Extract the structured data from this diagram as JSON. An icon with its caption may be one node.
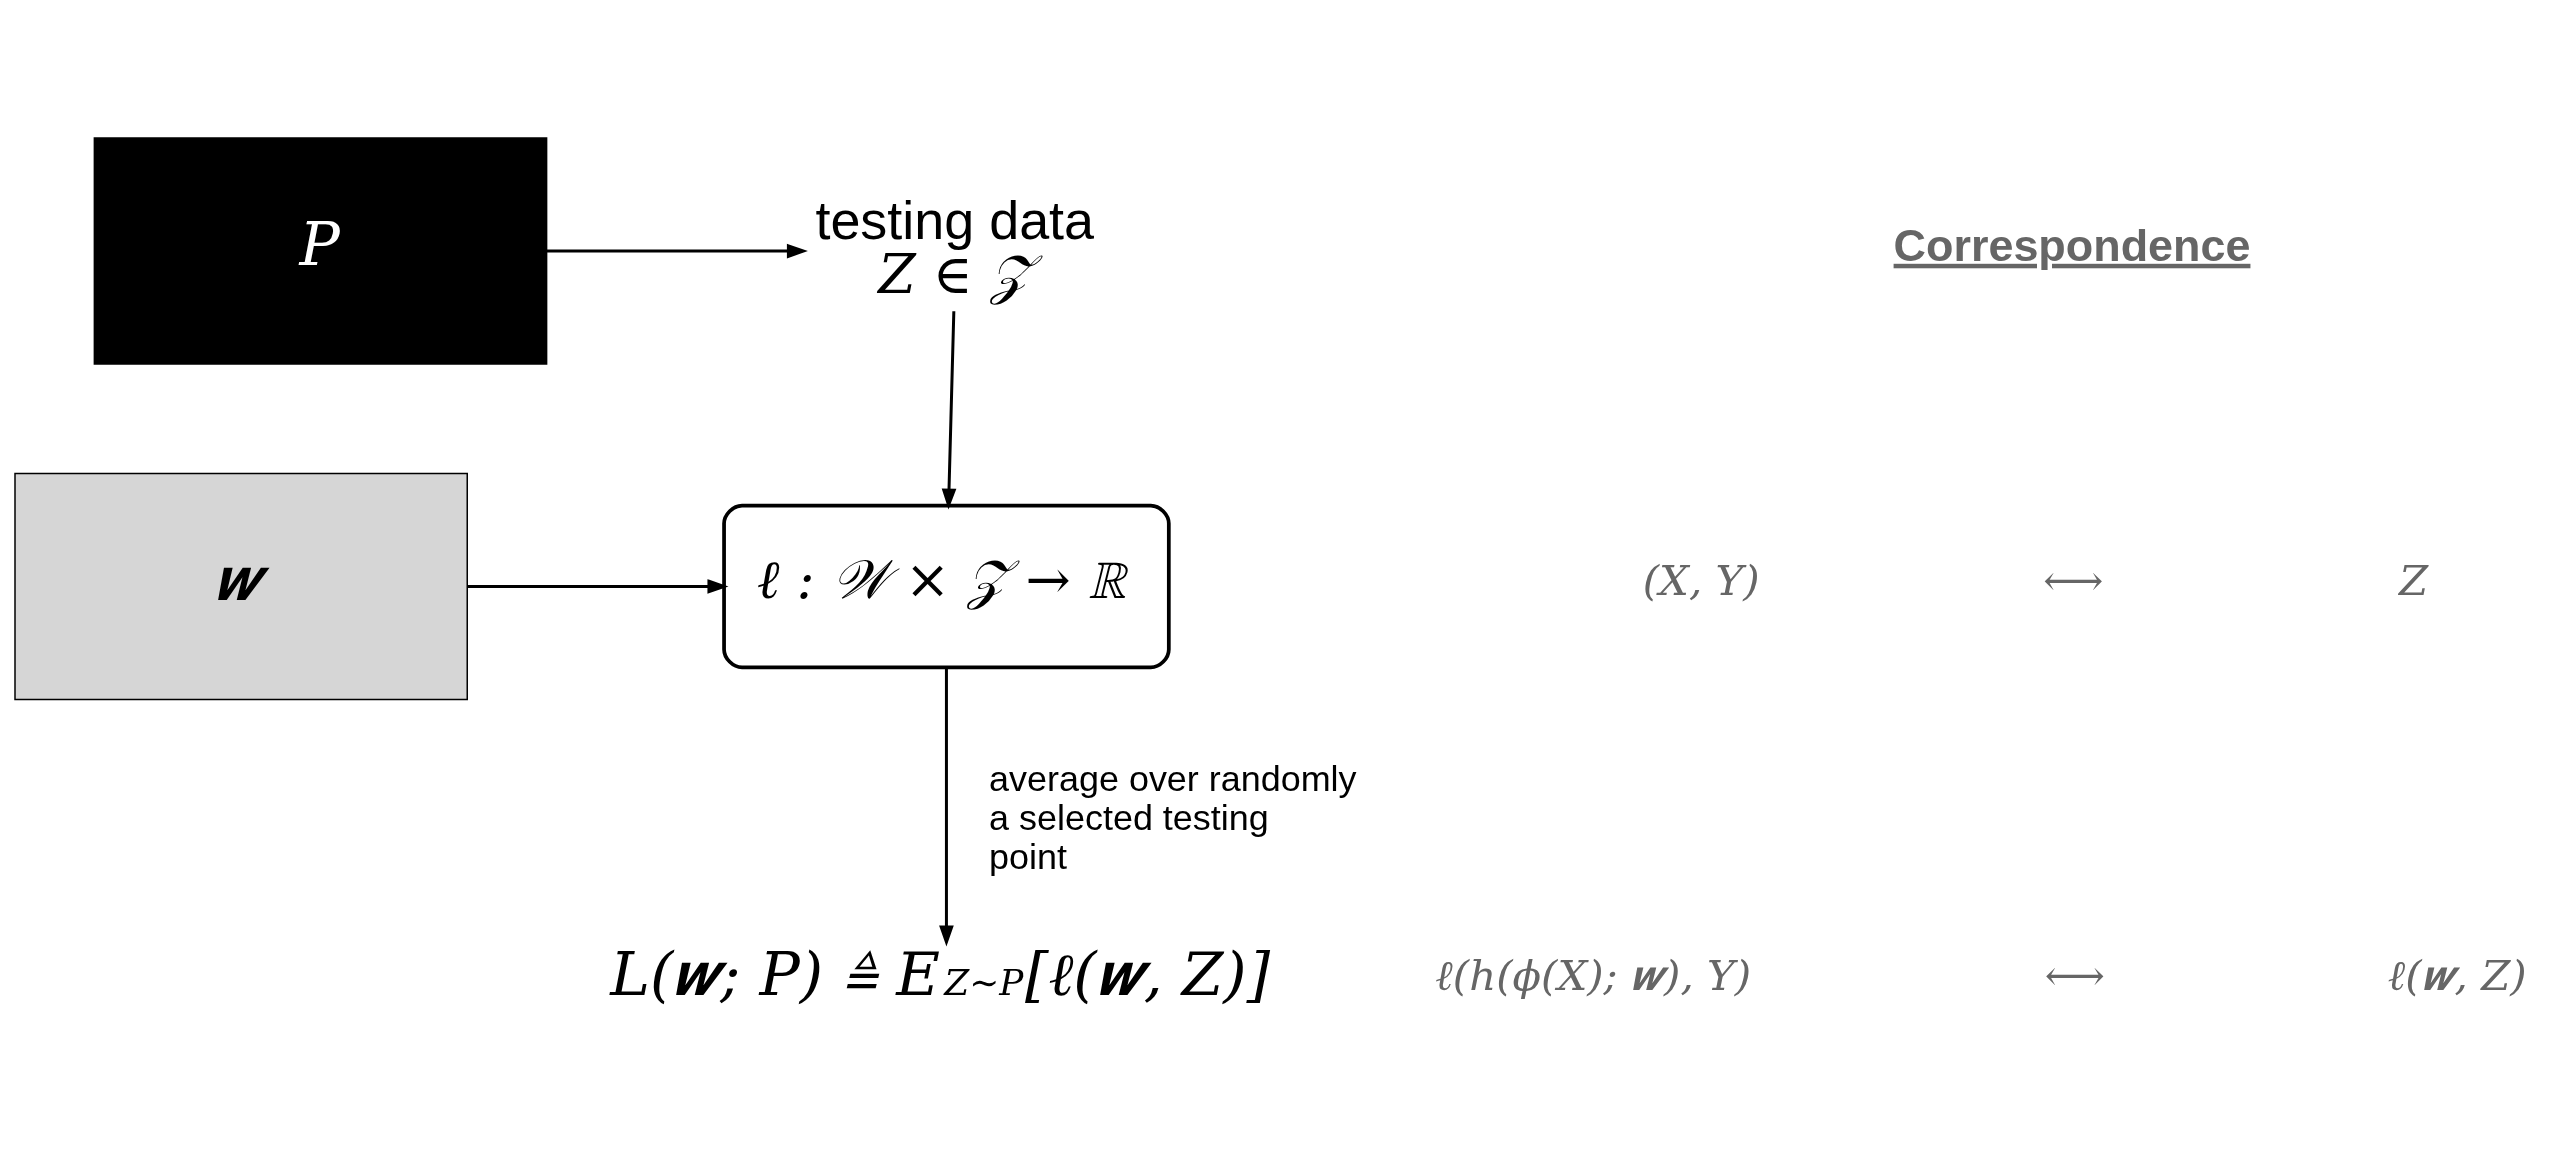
{
  "diagram": {
    "nodes": [
      {
        "text": [
          "P"
        ]
      },
      {
        "text": [
          "Z ∈ 𝒵"
        ],
        "beside": [
          "testing data"
        ]
      },
      {
        "text": [
          "𝒘"
        ]
      },
      {
        "text": [
          "ℓ : 𝒲 × 𝒵 → ℝ"
        ]
      },
      {
        "text": [
          "L(𝒘; P) ≜ E$_{Z∼P}$[ℓ(𝒘, Z)]"
        ]
      }
    ],
    "edges": [
      {
        "from": 0,
        "to": 1,
        "arrow": "to"
      },
      {
        "from": 1,
        "to": 3,
        "arrow": "to"
      },
      {
        "from": 2,
        "to": 3,
        "arrow": "to"
      },
      {
        "from": 3,
        "to": 4,
        "arrow": "to",
        "label": "average over randomly a selected testing point"
      }
    ],
    "labels": [
      "Correspondence",
      "(X, Y)",
      "⟷",
      "Z",
      "ℓ(h(ϕ(X); 𝒘), Y)",
      "⟷",
      "ℓ(𝒘, Z)"
    ]
  }
}
